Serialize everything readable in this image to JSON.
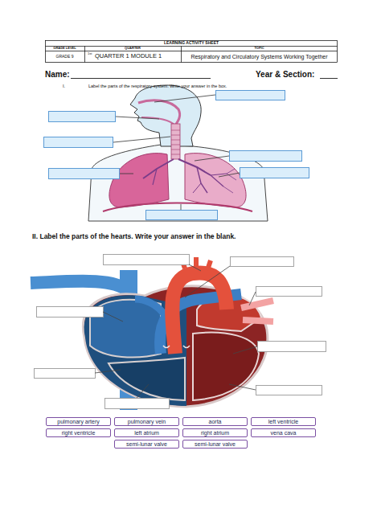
{
  "diagram": {
    "title": "LEARNING ACTIVITY SHEET",
    "nodes": [
      {
        "text": [
          "pulmonary artery"
        ]
      },
      {
        "text": [
          "pulmonary vein"
        ]
      },
      {
        "text": [
          "aorta"
        ]
      },
      {
        "text": [
          "left ventricle"
        ]
      },
      {
        "text": [
          "right ventricle"
        ]
      },
      {
        "text": [
          "left atrium"
        ]
      },
      {
        "text": [
          "right atrium"
        ]
      },
      {
        "text": [
          "vena cava"
        ]
      },
      {
        "text": [
          "semi-lunar valve"
        ]
      },
      {
        "text": [
          "semi-lunar valve"
        ]
      }
    ],
    "labels": [
      "GRADE LEVEL",
      "GRADE 9",
      "QUARTER",
      "1st",
      "QUARTER 1 MODULE 1",
      "TOPIC",
      "Respiratory and Circulatory Systems Working Together",
      "Name:",
      "Year & Section:",
      "I.",
      "Label the parts of the respiratory system. Write your answer in the box.",
      "II. Label the parts of the hearts. Write your answer in the blank."
    ]
  }
}
